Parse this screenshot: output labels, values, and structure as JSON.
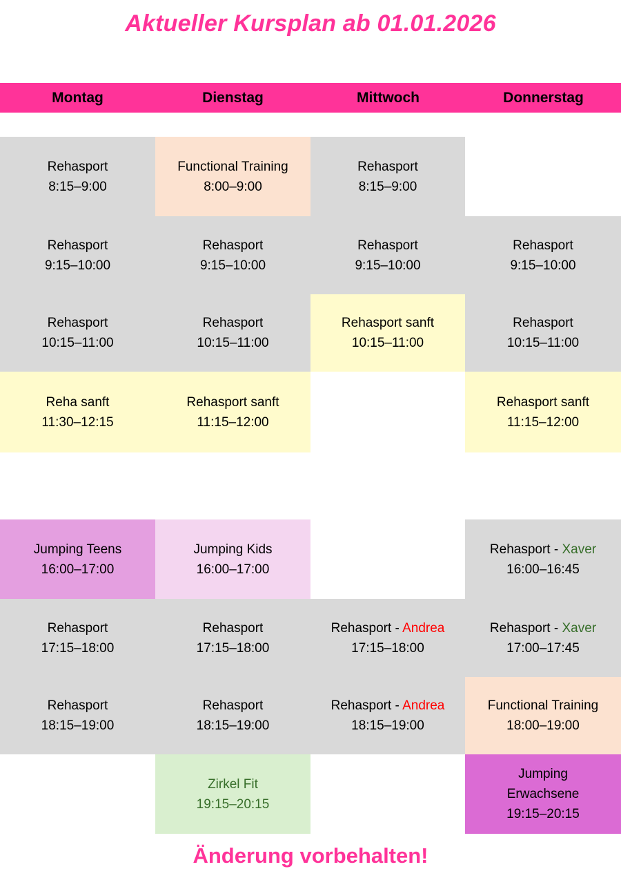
{
  "header": {
    "title": "Aktueller Kursplan ab 01.01.2026",
    "title_color": "#ff3399"
  },
  "days": [
    {
      "label": "Montag"
    },
    {
      "label": "Dienstag"
    },
    {
      "label": "Mittwoch"
    },
    {
      "label": "Donnerstag"
    }
  ],
  "colors": {
    "header_band": "#ff3399",
    "grey": "#d9d9d9",
    "yellow": "#fffbcc",
    "peach": "#fce2d0",
    "orchid": "#e49fe0",
    "lilac": "#f4d6f0",
    "green": "#d9efcf",
    "magenta": "#db6bd4",
    "trainer_xaver": "#376e2a",
    "trainer_andrea": "#ff0000",
    "zirkel_text": "#376e2a"
  },
  "morning": {
    "rows": [
      {
        "cells": [
          {
            "course": "Rehasport",
            "time": "8:15–9:00"
          },
          {
            "course": "Functional Training",
            "time": "8:00–9:00"
          },
          {
            "course": "Rehasport",
            "time": "8:15–9:00"
          },
          {
            "course": "",
            "time": ""
          }
        ]
      },
      {
        "cells": [
          {
            "course": "Rehasport",
            "time": "9:15–10:00"
          },
          {
            "course": "Rehasport",
            "time": "9:15–10:00"
          },
          {
            "course": "Rehasport",
            "time": "9:15–10:00"
          },
          {
            "course": "Rehasport",
            "time": "9:15–10:00"
          }
        ]
      },
      {
        "cells": [
          {
            "course": "Rehasport",
            "time": "10:15–11:00"
          },
          {
            "course": "Rehasport",
            "time": "10:15–11:00"
          },
          {
            "course": "Rehasport sanft",
            "time": "10:15–11:00"
          },
          {
            "course": "Rehasport",
            "time": "10:15–11:00"
          }
        ]
      },
      {
        "cells": [
          {
            "course": "Reha sanft",
            "time": "11:30–12:15"
          },
          {
            "course": "Rehasport sanft",
            "time": "11:15–12:00"
          },
          {
            "course": "",
            "time": ""
          },
          {
            "course": "Rehasport sanft",
            "time": "11:15–12:00"
          }
        ]
      }
    ]
  },
  "evening": {
    "rows": [
      {
        "cells": [
          {
            "course": "Jumping Teens",
            "time": "16:00–17:00"
          },
          {
            "course": "Jumping Kids",
            "time": "16:00–17:00"
          },
          {
            "course": "",
            "time": ""
          },
          {
            "course": "Rehasport - ",
            "trainer": "Xaver",
            "time": "16:00–16:45"
          }
        ]
      },
      {
        "cells": [
          {
            "course": "Rehasport",
            "time": "17:15–18:00"
          },
          {
            "course": "Rehasport",
            "time": "17:15–18:00"
          },
          {
            "course": "Rehasport -  ",
            "trainer": "Andrea",
            "time": "17:15–18:00"
          },
          {
            "course": "Rehasport - ",
            "trainer": "Xaver",
            "time": "17:00–17:45"
          }
        ]
      },
      {
        "cells": [
          {
            "course": "Rehasport",
            "time": "18:15–19:00"
          },
          {
            "course": "Rehasport",
            "time": "18:15–19:00"
          },
          {
            "course": "Rehasport -  ",
            "trainer": "Andrea",
            "time": "18:15–19:00"
          },
          {
            "course": "Functional Training",
            "time": "18:00–19:00"
          }
        ]
      },
      {
        "cells": [
          {
            "course": "",
            "time": ""
          },
          {
            "course": "Zirkel Fit",
            "time": "19:15–20:15"
          },
          {
            "course": "",
            "time": ""
          },
          {
            "course": "Jumping",
            "course_line2": "Erwachsene",
            "time": "19:15–20:15"
          }
        ]
      }
    ]
  },
  "footer": {
    "note": "Änderung vorbehalten!"
  }
}
